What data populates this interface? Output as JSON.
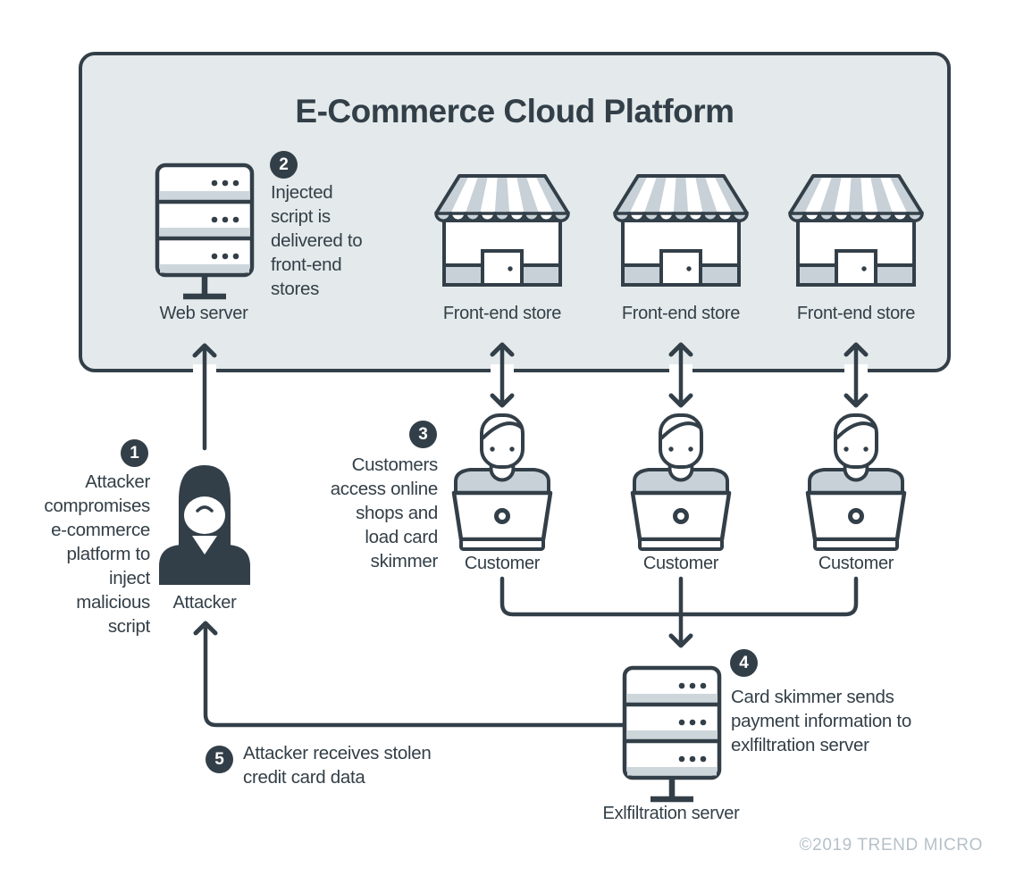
{
  "diagram": {
    "title": "E-Commerce Cloud Platform",
    "copyright": "©2019 TREND MICRO",
    "colors": {
      "dark": "#333f48",
      "platform_fill": "#e4eaeb",
      "accent_gray": "#c7d1d7",
      "copyright_gray": "#b5c1c9"
    },
    "icons": {
      "web_server": "server-rack-icon",
      "front_end_store": "storefront-awning-icon",
      "customer": "person-at-laptop-icon",
      "attacker": "hooded-attacker-icon",
      "exfiltration_server": "server-rack-icon",
      "flow": "arrow-connector-lines"
    },
    "nodes": {
      "web_server": {
        "label": "Web server"
      },
      "stores": [
        {
          "label": "Front-end store"
        },
        {
          "label": "Front-end store"
        },
        {
          "label": "Front-end store"
        }
      ],
      "customers": [
        {
          "label": "Customer"
        },
        {
          "label": "Customer"
        },
        {
          "label": "Customer"
        }
      ],
      "attacker": {
        "label": "Attacker"
      },
      "exfil_server": {
        "label": "Exlfiltration server"
      }
    },
    "steps": [
      {
        "num": "1",
        "text": "Attacker compromises e-commerce platform to inject malicious script"
      },
      {
        "num": "2",
        "text": "Injected script is delivered to front-end stores"
      },
      {
        "num": "3",
        "text": "Customers access online shops and load card skimmer"
      },
      {
        "num": "4",
        "text": "Card skimmer sends payment information to exlfiltration server"
      },
      {
        "num": "5",
        "text": "Attacker receives stolen credit card data"
      }
    ]
  }
}
